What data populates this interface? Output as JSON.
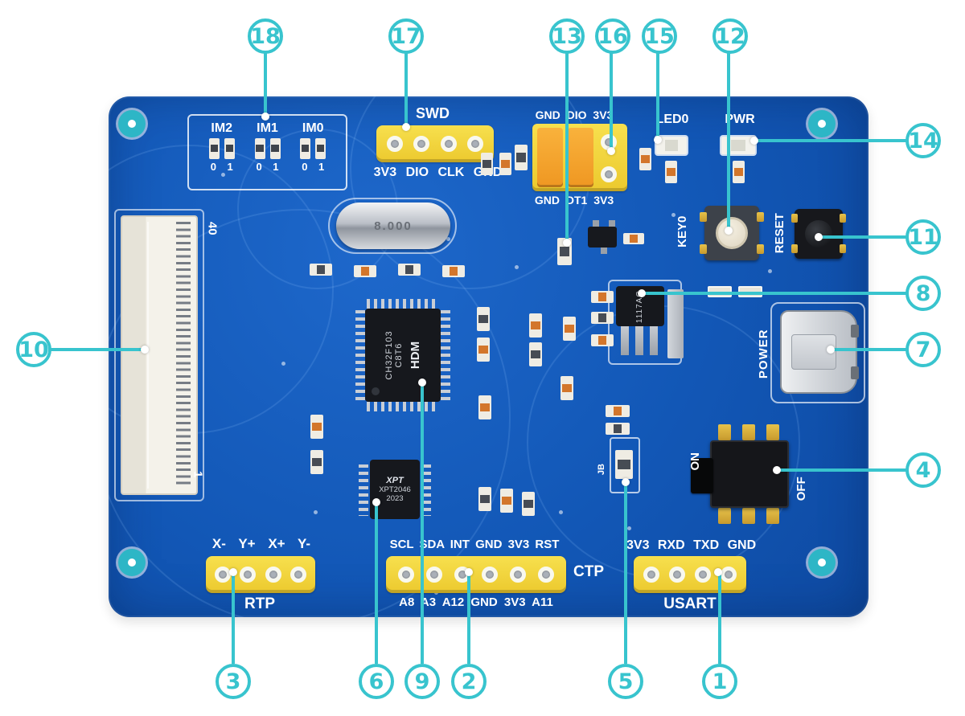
{
  "colors": {
    "accent": "#38c4ce",
    "board_blue": "#1257b6",
    "header_yellow": "#f2d437",
    "jumper_orange": "#f6a41c"
  },
  "callouts": {
    "c1": "1",
    "c2": "2",
    "c3": "3",
    "c4": "4",
    "c5": "5",
    "c6": "6",
    "c7": "7",
    "c8": "8",
    "c9": "9",
    "c10": "10",
    "c11": "11",
    "c12": "12",
    "c13": "13",
    "c14": "14",
    "c15": "15",
    "c16": "16",
    "c17": "17",
    "c18": "18"
  },
  "silkscreen": {
    "im": {
      "groups": [
        {
          "label": "IM2",
          "bits": "0 1"
        },
        {
          "label": "IM1",
          "bits": "0 1"
        },
        {
          "label": "IM0",
          "bits": "0 1"
        }
      ]
    },
    "swd": {
      "title": "SWD",
      "pins": "3V3 DIO CLK GND"
    },
    "boot_jumper": {
      "top": "GND DIO 3V3",
      "bottom": "GND DT1 3V3"
    },
    "led0": "LED0",
    "pwr": "PWR",
    "key0": "KEY0",
    "reset": "RESET",
    "power": "POWER",
    "switch_on": "ON",
    "switch_off": "OFF",
    "fpc_pin40": "40",
    "fpc_pin1": "1",
    "jb": "JB",
    "rtp": {
      "pins": "X- Y+ X+ Y-",
      "title": "RTP"
    },
    "ctp": {
      "pins_top": "SCL SDA INT GND 3V3 RST",
      "title": "CTP",
      "pins_bottom": "A8 A3 A12 GND 3V3 A11"
    },
    "usart": {
      "pins": "3V3 RXD TXD GND",
      "title": "USART"
    }
  },
  "components": {
    "crystal_marking": "8.000",
    "mcu": {
      "line1": "CH32F103",
      "line2": "C8T6",
      "logo": "HDM"
    },
    "touch_ic": {
      "logo": "XPT",
      "line1": "XPT2046",
      "line2": "2023"
    },
    "regulator_marking": "1117AG"
  }
}
